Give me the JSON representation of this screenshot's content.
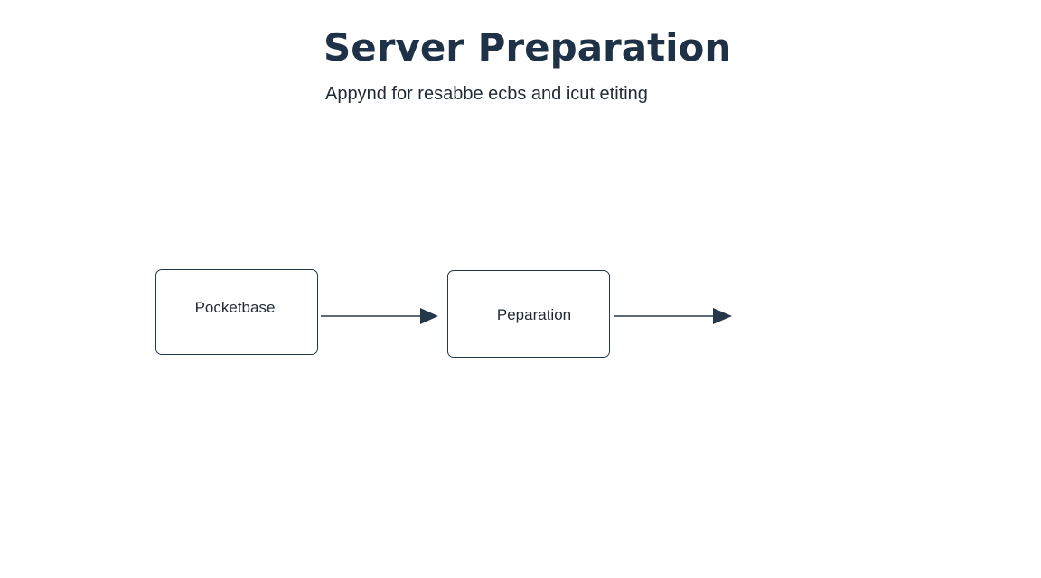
{
  "diagram": {
    "title": "Server Preparation",
    "subtitle": "Appynd for resabbe ecbs and icut etiting",
    "nodes": [
      {
        "label": "Pocketbase"
      },
      {
        "label": "Peparation"
      }
    ],
    "edge_color": "#25384b",
    "text_color": "#1f3146"
  }
}
